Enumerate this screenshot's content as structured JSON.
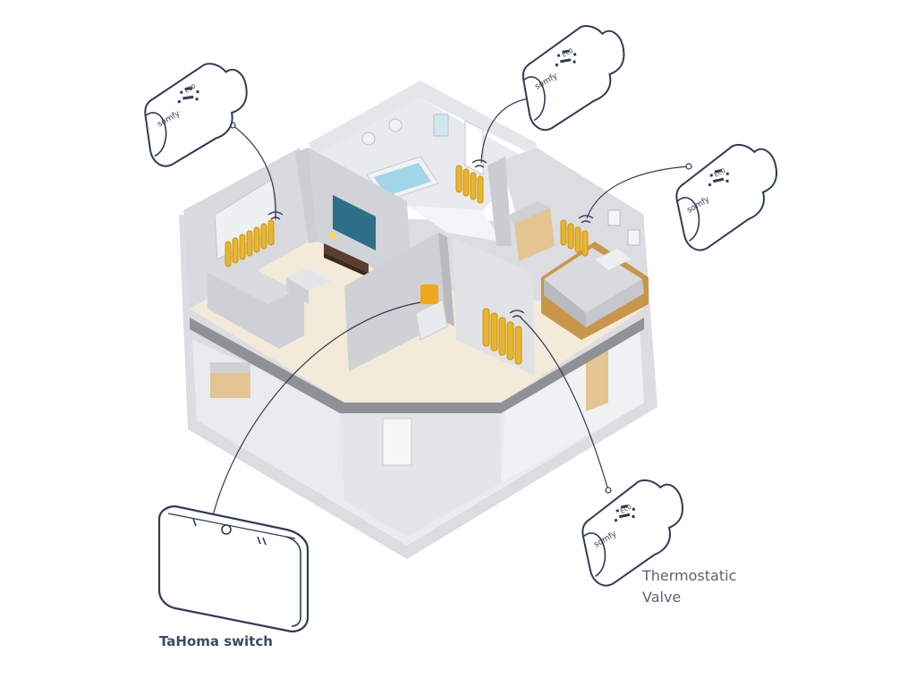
{
  "labels": {
    "hub": "TaHoma switch",
    "valve_line1": "Thermostatic",
    "valve_line2": "Valve"
  },
  "device_brand": "somfy",
  "valve_display": "ECO",
  "colors": {
    "outline": "#2f3a57",
    "radiator": "#e9b52c",
    "wall": "#d4d6da",
    "wall_light": "#e7e8eb",
    "floor": "#f3ead9",
    "water": "#9fd6e8"
  },
  "icons": [
    "thermostatic-valve-icon",
    "tahoma-switch-icon",
    "wifi-signal-icon",
    "radiator-icon"
  ]
}
